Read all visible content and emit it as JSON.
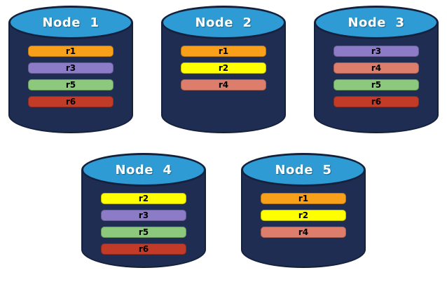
{
  "colors": {
    "background": "#FFFFFF",
    "cylinder_body": "#1F2D52",
    "cylinder_top": "#2E9BD5",
    "cylinder_outline": "#14213D",
    "node_label_text": "#FFFFFF",
    "replica_label_text": "#000000"
  },
  "palette": {
    "r1": "#F9A01B",
    "r2": "#FFFF00",
    "r3": "#8C7BC6",
    "r4": "#DD7E6D",
    "r5": "#8CC97C",
    "r6": "#C23A28"
  },
  "nodes": [
    {
      "label": "Node  1",
      "replicas": [
        "r1",
        "r3",
        "r5",
        "r6"
      ]
    },
    {
      "label": "Node  2",
      "replicas": [
        "r1",
        "r2",
        "r4"
      ]
    },
    {
      "label": "Node  3",
      "replicas": [
        "r3",
        "r4",
        "r5",
        "r6"
      ]
    },
    {
      "label": "Node  4",
      "replicas": [
        "r2",
        "r3",
        "r5",
        "r6"
      ]
    },
    {
      "label": "Node  5",
      "replicas": [
        "r1",
        "r2",
        "r4"
      ]
    }
  ]
}
